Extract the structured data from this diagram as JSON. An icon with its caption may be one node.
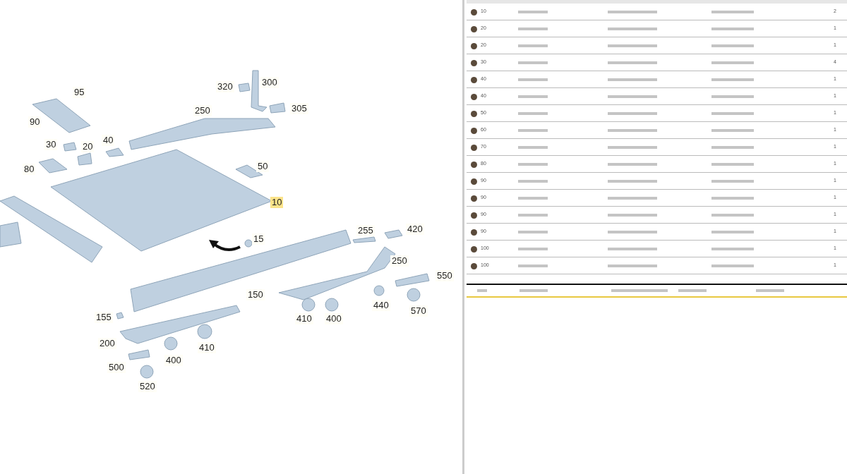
{
  "diagram": {
    "labels": [
      "95",
      "320",
      "300",
      "250",
      "305",
      "90",
      "30",
      "20",
      "40",
      "80",
      "50",
      "10",
      "255",
      "420",
      "15",
      "250",
      "550",
      "150",
      "155",
      "440",
      "410",
      "400",
      "570",
      "200",
      "400",
      "410",
      "500",
      "520",
      "10",
      "2",
      "20",
      "1",
      "20",
      "1",
      "30",
      "4",
      "40",
      "1",
      "40",
      "1",
      "50",
      "1",
      "60",
      "1",
      "70",
      "1",
      "80",
      "1",
      "90",
      "1",
      "90",
      "1",
      "90",
      "1",
      "90",
      "1",
      "100",
      "1",
      "100",
      "1"
    ]
  }
}
